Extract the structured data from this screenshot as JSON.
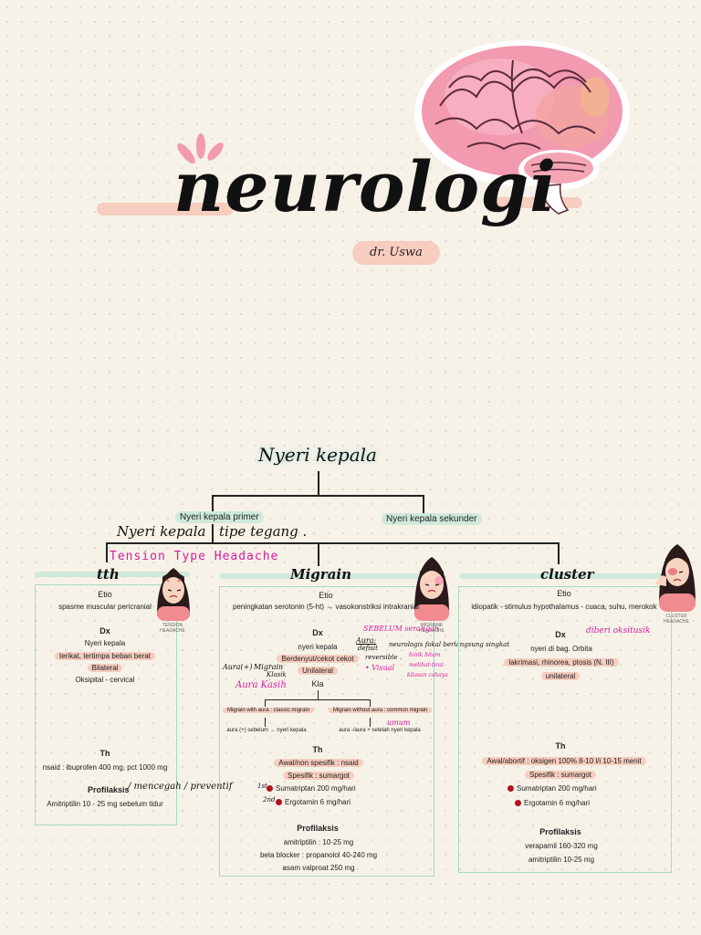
{
  "header": {
    "title": "neurologi",
    "author": "dr. Uswa"
  },
  "tree": {
    "root": "Nyeri kepala",
    "primary": "Nyeri kepala primer",
    "secondary": "Nyeri kepala sekunder",
    "note_left": "Nyeri kepala",
    "note_right": "tipe tegang .",
    "note_magenta": "Tension Type Headache"
  },
  "tth": {
    "title": "tth",
    "face_caption": "TENSION HEADACHE",
    "etio_label": "Etio",
    "etio": "spasme muscular pericranial",
    "dx_label": "Dx",
    "dx_1": "Nyeri kepala",
    "dx_2": "terikat, tertimpa beban berat",
    "dx_3": "Bilateral",
    "dx_4": "Oksipital - cervical",
    "th_label": "Th",
    "th_1": "nsaid : ibuprofen 400 mg, pct 1000 mg",
    "prof_label": "Profilaksis",
    "prof_note": "/ mencegah / preventif",
    "prof_1": "Amitriptilin 10 - 25 mg sebelum tidur"
  },
  "migrain": {
    "title": "Migrain",
    "face_caption": "MIGRAINE HEADACHE",
    "etio_label": "Etio",
    "etio": "peningkatan serotonin (5-ht)  → vasokonstriksi intrakranial",
    "dx_label": "Dx",
    "dx_1": "nyeri kepala",
    "dx_2": "Berdenyut/cekot cekot",
    "dx_3": "Unilateral",
    "kla_label": "Kla",
    "aura_left": "Aura(+)",
    "aura_mid1": "Migrain",
    "aura_mid2": "Klasik",
    "aura_kasih": "Aura Kasih",
    "aura_note": "Aura:",
    "aura_defisit": "defisit",
    "aura_neuro": "neurologis fokal berlangsung singkat",
    "aura_reversible": "reversible .",
    "aura_sebelum": "SEBELUM serangan",
    "aura_visual": "• Visual",
    "visual_1": "binik hitam",
    "visual_2": "melihat tirai",
    "visual_3": "kilasan cahaya",
    "class_1": "Migrain with aura : classic migrain",
    "class_1_sub": "aura (+) sebelum → nyeri kepala",
    "class_2": "Migrain without aura : common migrain",
    "class_2_sub": "aura -/aura + setelah nyeri kepala",
    "umum": "umum",
    "th_label": "Th",
    "th_1": "Awal/non spesifik : nsaid",
    "th_2": "Spesifik : sumargot",
    "th_3": "Sumatriptan 200 mg/hari",
    "th_4": "Ergotamin 6 mg/hari",
    "rank_1": "1st",
    "rank_2": "2nd",
    "prof_label": "Profilaksis",
    "prof_1": "amitriptilin : 10-25 mg",
    "prof_2": "beta blocker : propanolol 40-240 mg",
    "prof_3": "asam valproat 250 mg"
  },
  "cluster": {
    "title": "cluster",
    "face_caption": "CLUSTER HEADACHE",
    "etio_label": "Etio",
    "etio": "idiopatik - stimulus hypothalamus - cuaca, suhu, merokok",
    "dx_label": "Dx",
    "dx_note": "diberi oksitusik",
    "dx_1": "nyeri di bag. Orbita",
    "dx_2": "lakrimasi, rhinorea, ptosis (N. III)",
    "dx_3": "unilateral",
    "th_label": "Th",
    "th_1": "Awal/abortif : oksigen 100% 8-10 l/i  10-15 menit",
    "th_2": "Spesifik : sumargot",
    "th_3": "Sumatriptan 200 mg/hari",
    "th_4": "Ergotamin 6 mg/hari",
    "prof_label": "Profilaksis",
    "prof_1": "verapamil 160-320 mg",
    "prof_2": "amitriptilin 10-25 mg"
  },
  "colors": {
    "background": "#f6f2e8",
    "highlight_pink": "#f6cdbf",
    "highlight_green": "#cfe9da",
    "panel_border": "#a6d9c2",
    "ink_magenta": "#d81b9e",
    "brain_pink": "#f29ab0"
  },
  "icons": [
    "brain-illustration",
    "headache-face-tth",
    "headache-face-migraine",
    "headache-face-cluster",
    "splash-accent"
  ]
}
